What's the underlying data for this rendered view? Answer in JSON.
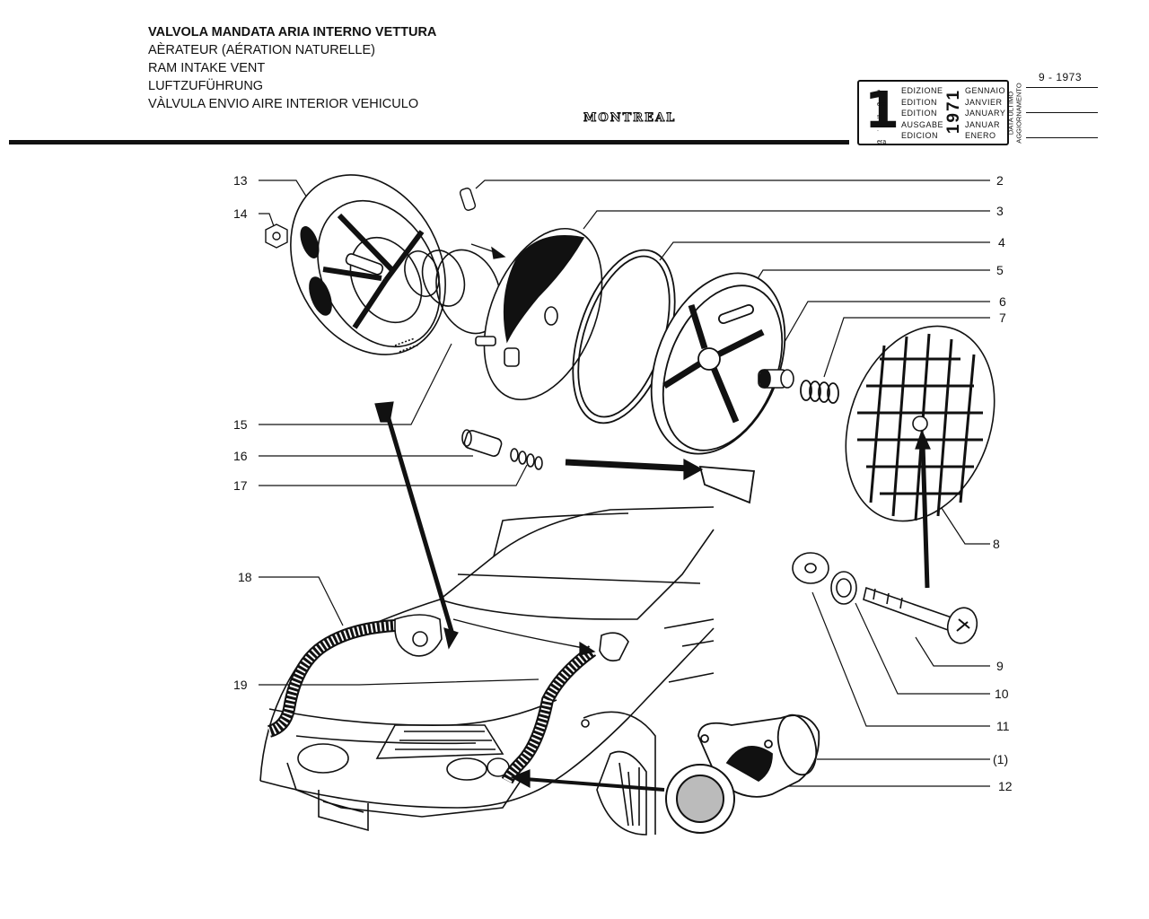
{
  "header": {
    "titles": [
      "VALVOLA MANDATA ARIA INTERNO VETTURA",
      "AÈRATEUR (AÉRATION NATURELLE)",
      "RAM INTAKE VENT",
      "LUFTZUFÜHRUNG",
      "VÀLVULA ENVIO AIRE INTERIOR VEHICULO"
    ],
    "brand": "MONTREAL"
  },
  "edition": {
    "number": "1",
    "suffixes": [
      "a",
      "ere",
      "st",
      ".",
      "era"
    ],
    "labels": [
      "EDIZIONE",
      "EDITION",
      "EDITION",
      "AUSGABE",
      "EDICION"
    ],
    "year": "1971",
    "months": [
      "GENNAIO",
      "JANVIER",
      "JANUARY",
      "JANUAR",
      "ENERO"
    ],
    "update_label_1": "DATA ULTIMO",
    "update_label_2": "AGGIORNAMENTO",
    "update_date": "9 - 1973"
  },
  "callouts": {
    "c13": "13",
    "c14": "14",
    "c15": "15",
    "c16": "16",
    "c17": "17",
    "c18": "18",
    "c19": "19",
    "c2": "2",
    "c3": "3",
    "c4": "4",
    "c5": "5",
    "c6": "6",
    "c7": "7",
    "c8": "8",
    "c9": "9",
    "c10": "10",
    "c11": "11",
    "c1": "(1)",
    "c12": "12"
  }
}
